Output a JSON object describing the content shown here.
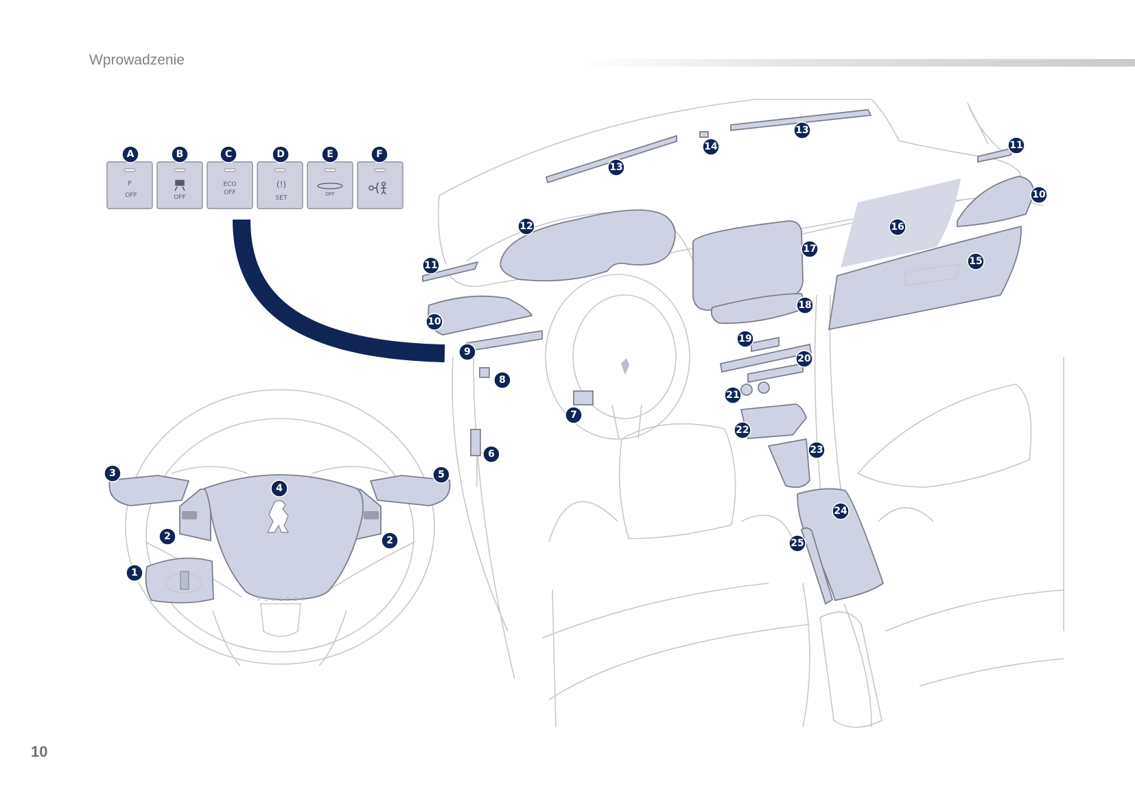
{
  "header": {
    "title": "Wprowadzenie"
  },
  "footer": {
    "page_number": "10"
  },
  "colors": {
    "badge": "#0f2556",
    "highlight": "#cfd2e3",
    "outline": "#c8c8cc",
    "connector": "#0f2556"
  },
  "button_panel": {
    "buttons": [
      {
        "letter": "A",
        "icon": "park-assist-off-icon",
        "caption": "OFF",
        "top": "P"
      },
      {
        "letter": "B",
        "icon": "lane-departure-off-icon",
        "caption": "OFF",
        "top": ""
      },
      {
        "letter": "C",
        "icon": "eco-off-icon",
        "caption": "OFF",
        "top": "ECO"
      },
      {
        "letter": "D",
        "icon": "tyre-pressure-set-icon",
        "caption": "SET",
        "top": "(!)"
      },
      {
        "letter": "E",
        "icon": "alarm-off-icon",
        "caption": "OFF",
        "top": ""
      },
      {
        "letter": "F",
        "icon": "child-lock-icon",
        "caption": "",
        "top": ""
      }
    ]
  },
  "steering_wheel": {
    "brand_text": "PEUGEOT",
    "callouts": [
      "1",
      "2",
      "2",
      "3",
      "4",
      "5"
    ]
  },
  "dashboard": {
    "callouts": [
      "6",
      "7",
      "8",
      "9",
      "10",
      "10",
      "11",
      "11",
      "12",
      "13",
      "13",
      "14",
      "15",
      "16",
      "17",
      "18",
      "19",
      "20",
      "21",
      "22",
      "23",
      "24",
      "25"
    ]
  }
}
